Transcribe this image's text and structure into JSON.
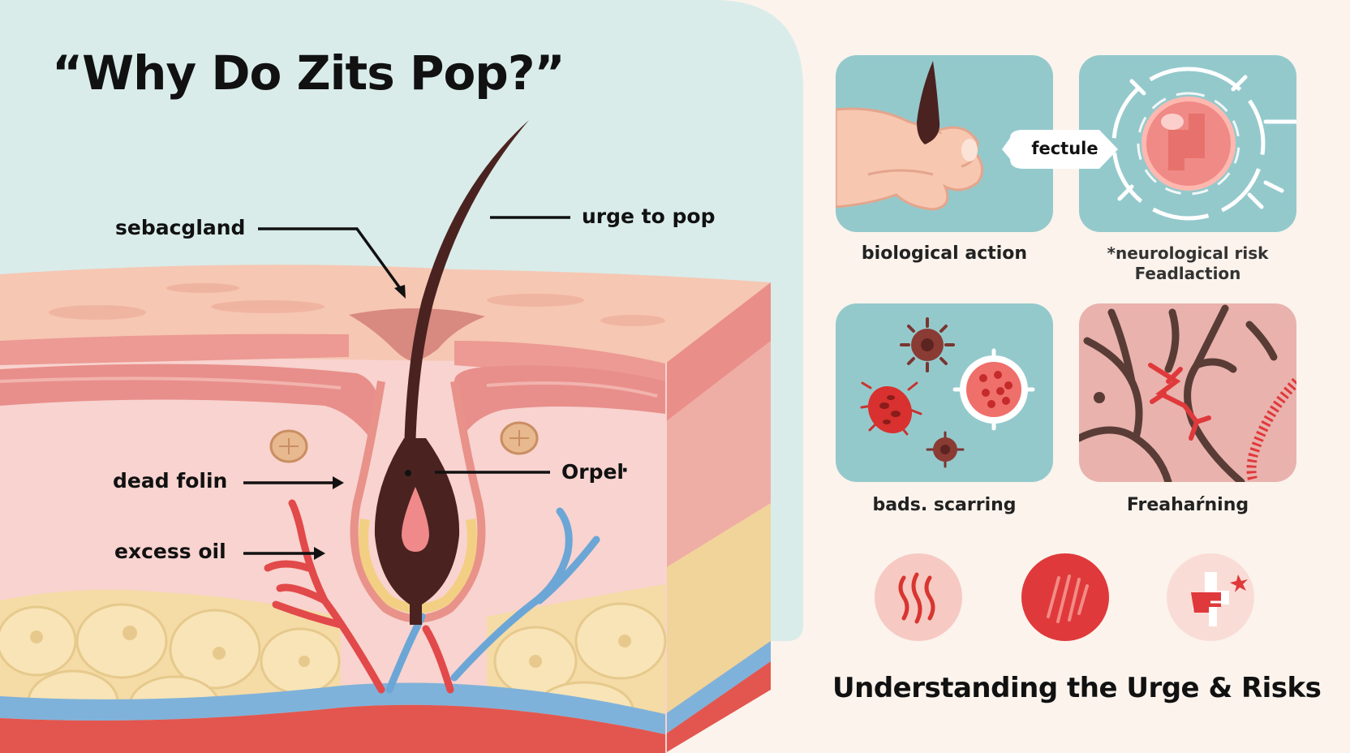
{
  "title": "“Why Do Zits Pop?”",
  "diagram": {
    "labels": {
      "sebaceous": "sebacgland",
      "urge": "urge to pop",
      "dead": "dead folin",
      "excess": "excess oil",
      "orpel": "Orpeŀ"
    }
  },
  "panels": {
    "bubble": "fectule",
    "biological": "biological action",
    "neuro_line1": "*neurological risk",
    "neuro_line2": "Feadlaction",
    "scarring": "bads. scarring",
    "freaharning": "Freahaŕning"
  },
  "footer": "Understanding the Urge & Risks",
  "colors": {
    "sky": "#d9ecea",
    "skin_top": "#f6c7b3",
    "skin_red": "#e88f8b",
    "dermis": "#f8d2cf",
    "fat": "#f5dba6",
    "hair": "#4a2320",
    "vein": "#6ba6d6",
    "artery": "#e2494a",
    "tile_teal": "#94c9cc",
    "tile_pink": "#e9b2ad",
    "accent_red": "#e0393b"
  }
}
